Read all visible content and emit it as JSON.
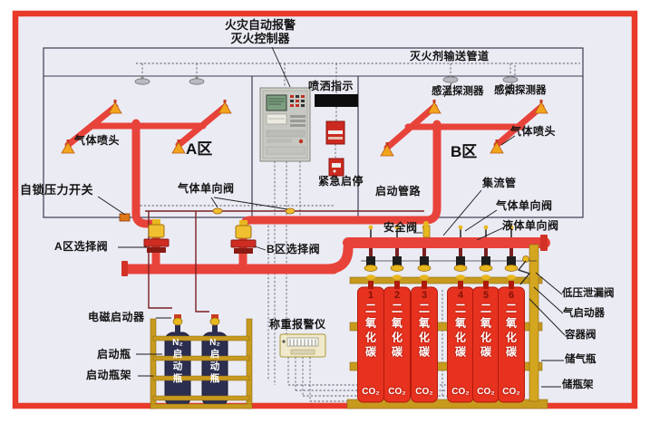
{
  "title": {
    "line1": "火灾自动报警",
    "line2": "灭火控制器"
  },
  "zones": {
    "a": "A区",
    "b": "B区"
  },
  "labels": {
    "delivery_pipe": "灭火剂输送管道",
    "spray_indicator": "喷洒指示",
    "heat_detector": "感温探测器",
    "smoke_detector": "感烟探测器",
    "gas_nozzle_left": "气体喷头",
    "gas_nozzle_right": "气体喷头",
    "pressure_switch": "自锁压力开关",
    "gas_check_mid": "气体单向阀",
    "emergency_stop": "紧急启停",
    "start_pipeline": "启动管路",
    "manifold": "集流管",
    "gas_check_right": "气体单向阀",
    "liquid_check": "液体单向阀",
    "safety_valve": "安全阀",
    "selector_a": "A区选择阀",
    "selector_b": "B区选择阀",
    "magnetic_starter": "电磁启动器",
    "weighing_alarm": "称重报警仪",
    "start_bottle": "启动瓶",
    "start_bottle_rack": "启动瓶架",
    "low_pressure_valve": "低压泄漏阀",
    "gas_starter": "气启动器",
    "container_valve": "容器阀",
    "gas_cylinder": "储气瓶",
    "cylinder_rack": "储瓶架"
  },
  "co2_cylinders": {
    "name": "二氧化碳",
    "formula": "CO₂",
    "items": [
      {
        "number": "1"
      },
      {
        "number": "2"
      },
      {
        "number": "3"
      },
      {
        "number": "4"
      },
      {
        "number": "5"
      },
      {
        "number": "6"
      }
    ]
  },
  "starter_bottles": {
    "gas": "N₂",
    "name": "启动瓶"
  },
  "colors": {
    "pipe_red": "#e8433a",
    "frame_red": "#e8392b",
    "cylinder_red": "#e7321f",
    "rack_gold": "#c79a1e",
    "bottle_navy": "#2c2e50",
    "valve_yellow": "#f0c030",
    "nozzle_orange": "#f2a51c"
  }
}
